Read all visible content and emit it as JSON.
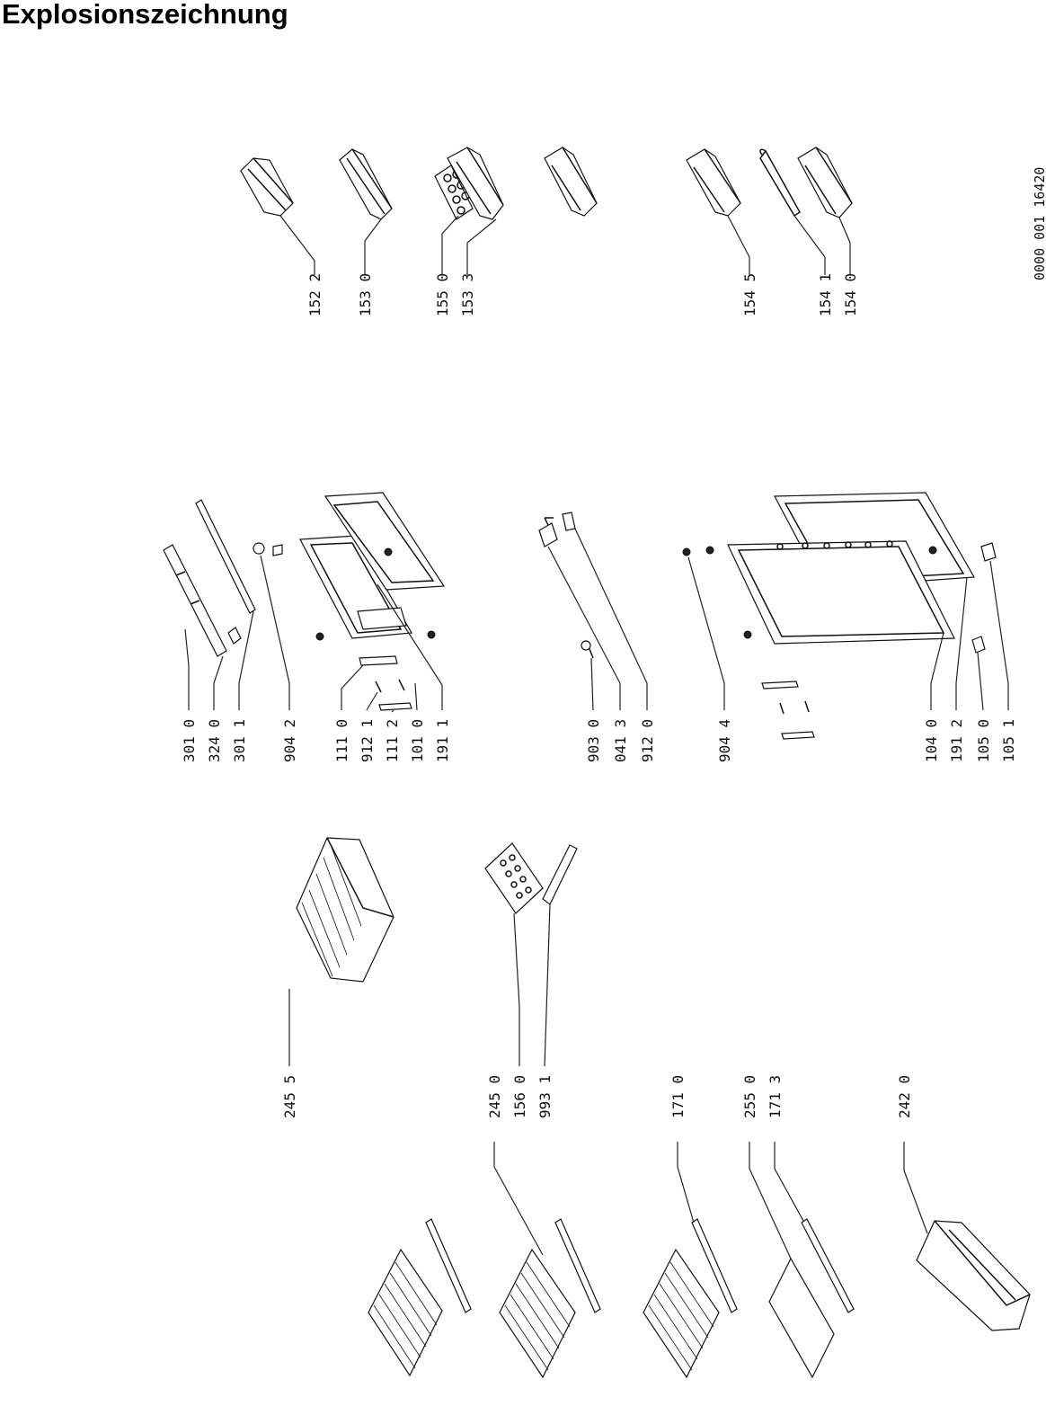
{
  "title": "Explosionszeichnung",
  "document_number": "0000 001 16420",
  "labels": [
    "152 2",
    "153 0",
    "155 0",
    "153 3",
    "154 5",
    "154 1",
    "154 0",
    "301 0",
    "324 0",
    "301 1",
    "904 2",
    "111 0",
    "912 1",
    "111 2",
    "101 0",
    "191 1",
    "903 0",
    "041 3",
    "912 0",
    "904 4",
    "104 0",
    "191 2",
    "105 0",
    "105 1",
    "245 5",
    "245 0",
    "156 0",
    "993 1",
    "171 0",
    "255 0",
    "171 3",
    "242 0"
  ]
}
